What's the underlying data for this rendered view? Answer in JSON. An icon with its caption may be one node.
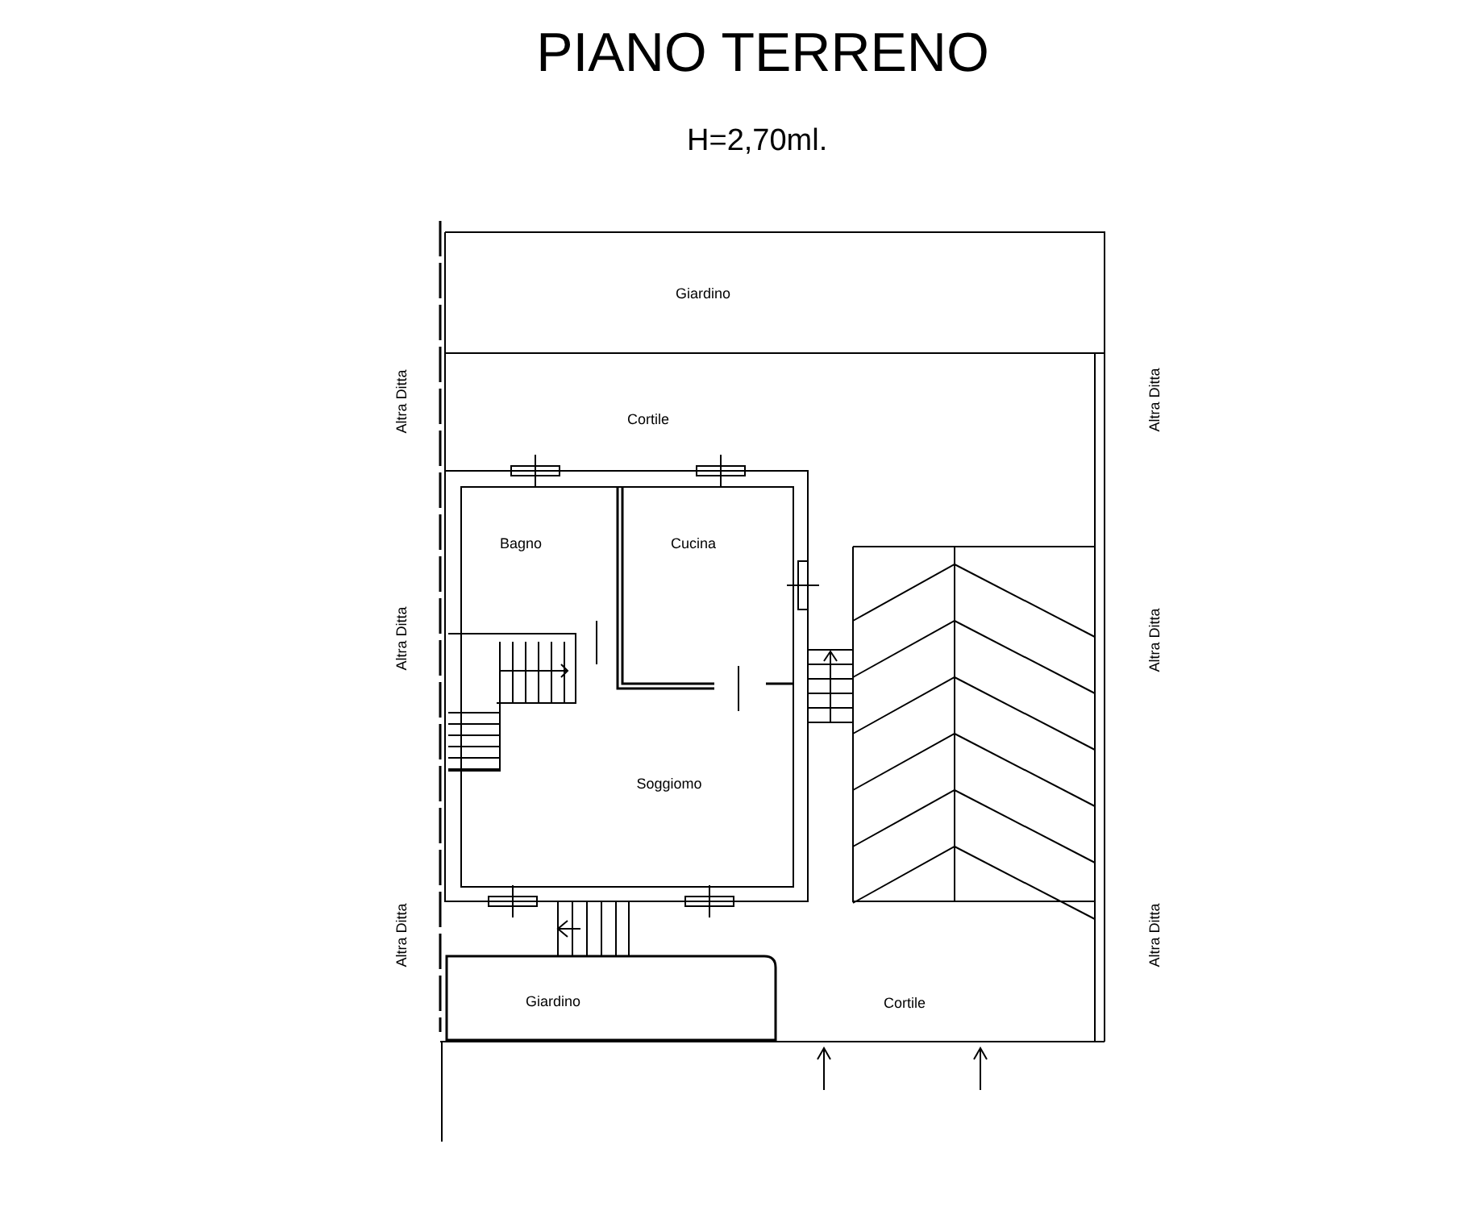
{
  "diagram": {
    "title": "PIANO TERRENO",
    "caption": "H=2,70ml.",
    "nodes": [
      {
        "text": [
          "Giardino"
        ]
      },
      {
        "text": [
          "Cortile"
        ]
      },
      {
        "text": [
          "Bagno"
        ]
      },
      {
        "text": [
          "Cucina"
        ]
      },
      {
        "text": [
          "Soggiomo"
        ]
      },
      {
        "text": [
          "Giardino"
        ]
      },
      {
        "text": [
          "Cortile"
        ]
      }
    ],
    "edges": [],
    "labels": [
      "Altra Ditta",
      "Altra Ditta",
      "Altra Ditta",
      "Altra Ditta",
      "Altra Ditta",
      "Altra Ditta"
    ]
  }
}
